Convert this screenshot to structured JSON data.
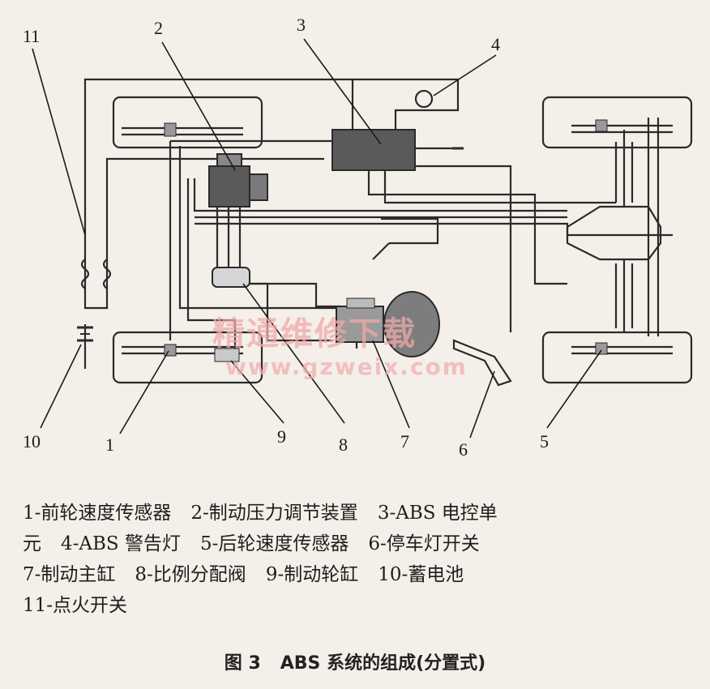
{
  "labels": {
    "n1": "1",
    "n2": "2",
    "n3": "3",
    "n4": "4",
    "n5": "5",
    "n6": "6",
    "n7": "7",
    "n8": "8",
    "n9": "9",
    "n10": "10",
    "n11": "11"
  },
  "watermark": {
    "text": "精通维修下载",
    "url": "www.gzweix.com"
  },
  "legend": {
    "l1a": "1-前轮速度传感器",
    "l1b": "2-制动压力调节装置",
    "l1c": "3-ABS 电控单",
    "l2a": "元",
    "l2b": "4-ABS 警告灯",
    "l2c": "5-后轮速度传感器",
    "l2d": "6-停车灯开关",
    "l3a": "7-制动主缸",
    "l3b": "8-比例分配阀",
    "l3c": "9-制动轮缸",
    "l3d": "10-蓄电池",
    "l4a": "11-点火开关"
  },
  "caption": {
    "fig": "图 3",
    "title": "ABS 系统的组成(分置式)"
  },
  "colors": {
    "line": "#2a2a2a",
    "box": "#555555",
    "background": "#f4efe9",
    "watermark": "#f0a9a9"
  }
}
